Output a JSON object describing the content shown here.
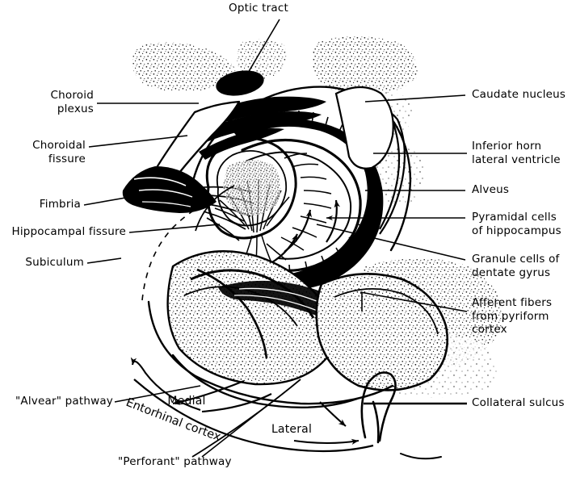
{
  "figure": {
    "title": "Hippocampal formation — coronal section",
    "ink_color": "#000000",
    "background_color": "#ffffff"
  },
  "labels": {
    "optic_tract": "Optic tract",
    "choroid_plexus": "Choroid\nplexus",
    "choroidal_fissure": "Choroidal\nfissure",
    "fimbria": "Fimbria",
    "hippocampal_fissure": "Hippocampal fissure",
    "subiculum": "Subiculum",
    "caudate_nucleus": "Caudate nucleus",
    "inferior_horn_lateral_ventricle": "Inferior horn\nlateral ventricle",
    "alveus": "Alveus",
    "pyramidal_cells": "Pyramidal cells\nof hippocampus",
    "granule_cells": "Granule cells of\ndentate gyrus",
    "afferent_fibers": "Afferent fibers\nfrom pyriform\ncortex",
    "collateral_sulcus": "Collateral sulcus",
    "alvear_pathway": "\"Alvear\" pathway",
    "perforant_pathway": "\"Perforant\" pathway",
    "entorhinal_cortex": "Entorhinal cortex",
    "medial": "Medial",
    "lateral": "Lateral"
  },
  "label_list": [
    {
      "name": "optic-tract",
      "text": "Optic tract",
      "side": "top"
    },
    {
      "name": "choroid-plexus",
      "text": "Choroid plexus",
      "side": "left"
    },
    {
      "name": "choroidal-fissure",
      "text": "Choroidal fissure",
      "side": "left"
    },
    {
      "name": "fimbria",
      "text": "Fimbria",
      "side": "left"
    },
    {
      "name": "hippocampal-fissure",
      "text": "Hippocampal fissure",
      "side": "left"
    },
    {
      "name": "subiculum",
      "text": "Subiculum",
      "side": "left"
    },
    {
      "name": "caudate-nucleus",
      "text": "Caudate nucleus",
      "side": "right"
    },
    {
      "name": "inferior-horn-lateral-ventricle",
      "text": "Inferior horn lateral ventricle",
      "side": "right"
    },
    {
      "name": "alveus",
      "text": "Alveus",
      "side": "right"
    },
    {
      "name": "pyramidal-cells",
      "text": "Pyramidal cells of hippocampus",
      "side": "right"
    },
    {
      "name": "granule-cells",
      "text": "Granule cells of dentate gyrus",
      "side": "right"
    },
    {
      "name": "afferent-fibers",
      "text": "Afferent fibers from pyriform cortex",
      "side": "right"
    },
    {
      "name": "collateral-sulcus",
      "text": "Collateral sulcus",
      "side": "right"
    },
    {
      "name": "alvear-pathway",
      "text": "\"Alvear\" pathway",
      "side": "bottom-left"
    },
    {
      "name": "perforant-pathway",
      "text": "\"Perforant\" pathway",
      "side": "bottom"
    },
    {
      "name": "entorhinal-cortex",
      "text": "Entorhinal cortex",
      "side": "bottom"
    },
    {
      "name": "medial",
      "text": "Medial",
      "side": "bottom"
    },
    {
      "name": "lateral",
      "text": "Lateral",
      "side": "bottom"
    }
  ]
}
